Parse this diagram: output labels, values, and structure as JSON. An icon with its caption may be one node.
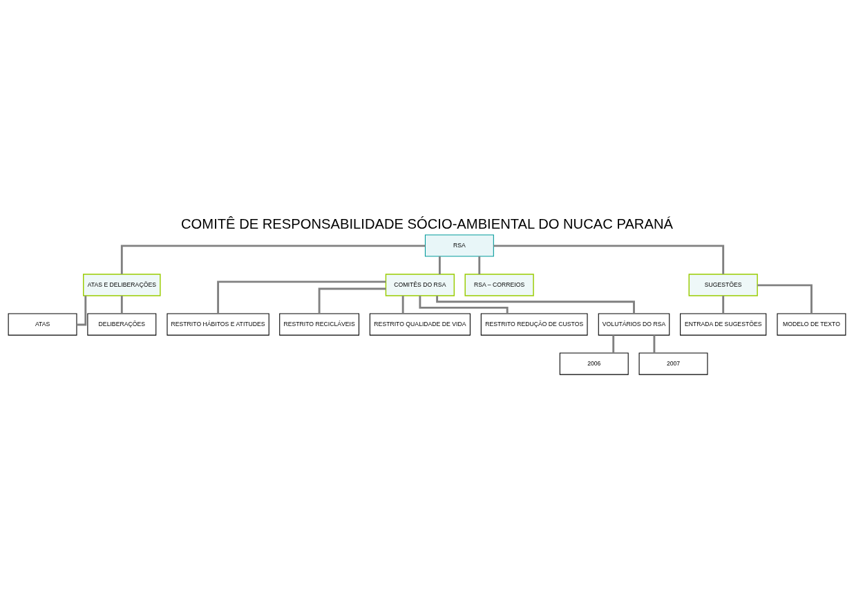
{
  "diagram": {
    "title": "COMITÊ DE RESPONSABILIDADE SÓCIO-AMBIENTAL DO NUCAC PARANÁ",
    "nodes": [
      {
        "text": [
          "RSA"
        ]
      },
      {
        "text": [
          "ATAS E DELIBERAÇÕES"
        ]
      },
      {
        "text": [
          "COMITÊS DO RSA"
        ]
      },
      {
        "text": [
          "RSA – CORREIOS"
        ]
      },
      {
        "text": [
          "SUGESTÕES"
        ]
      },
      {
        "text": [
          "ATAS"
        ]
      },
      {
        "text": [
          "DELIBERAÇÕES"
        ]
      },
      {
        "text": [
          "RESTRITO HÁBITOS E ATITUDES"
        ]
      },
      {
        "text": [
          "RESTRITO RECICLÁVEIS"
        ]
      },
      {
        "text": [
          "RESTRITO QUALIDADE DE VIDA"
        ]
      },
      {
        "text": [
          "RESTRITO REDUÇÃO DE CUSTOS"
        ]
      },
      {
        "text": [
          "VOLUTÁRIOS DO RSA"
        ]
      },
      {
        "text": [
          "ENTRADA DE SUGESTÕES"
        ]
      },
      {
        "text": [
          "MODELO DE TEXTO"
        ]
      },
      {
        "text": [
          "2006"
        ]
      },
      {
        "text": [
          "2007"
        ]
      }
    ],
    "edges": [
      {
        "from": 0,
        "to": 1,
        "arrow": "none"
      },
      {
        "from": 0,
        "to": 2,
        "arrow": "none"
      },
      {
        "from": 0,
        "to": 3,
        "arrow": "none"
      },
      {
        "from": 0,
        "to": 4,
        "arrow": "none"
      },
      {
        "from": 1,
        "to": 5,
        "arrow": "none"
      },
      {
        "from": 1,
        "to": 6,
        "arrow": "none"
      },
      {
        "from": 2,
        "to": 7,
        "arrow": "none"
      },
      {
        "from": 2,
        "to": 8,
        "arrow": "none"
      },
      {
        "from": 2,
        "to": 9,
        "arrow": "none"
      },
      {
        "from": 2,
        "to": 10,
        "arrow": "none"
      },
      {
        "from": 2,
        "to": 11,
        "arrow": "none"
      },
      {
        "from": 4,
        "to": 12,
        "arrow": "none"
      },
      {
        "from": 4,
        "to": 13,
        "arrow": "none"
      },
      {
        "from": 11,
        "to": 14,
        "arrow": "none"
      },
      {
        "from": 11,
        "to": 15,
        "arrow": "none"
      }
    ]
  }
}
